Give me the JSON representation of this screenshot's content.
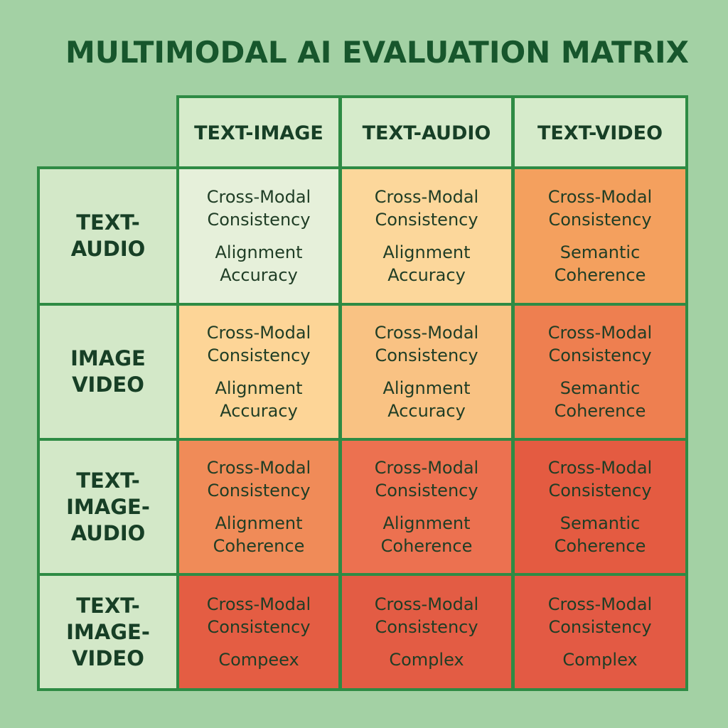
{
  "title": "MULTIMODAL AI EVALUATION MATRIX",
  "columns": [
    "TEXT-IMAGE",
    "TEXT-AUDIO",
    "TEXT-VIDEO"
  ],
  "rows": [
    {
      "label_lines": [
        "TEXT-",
        "AUDIO"
      ],
      "cells": [
        {
          "a": "Cross-Modal Consistency",
          "b": "Alignment Accuracy",
          "color": "#e6f0da"
        },
        {
          "a": "Cross-Modal Consistency",
          "b": "Alignment Accuracy",
          "color": "#fcd79b"
        },
        {
          "a": "Cross-Modal Consistency",
          "b": "Semantic Coherence",
          "color": "#f4a05e"
        }
      ]
    },
    {
      "label_lines": [
        "IMAGE",
        "VIDEO"
      ],
      "cells": [
        {
          "a": "Cross-Modal Consistency",
          "b": "Alignment Accuracy",
          "color": "#fdd597"
        },
        {
          "a": "Cross-Modal Consistency",
          "b": "Alignment Accuracy",
          "color": "#f9c283"
        },
        {
          "a": "Cross-Modal Consistency",
          "b": "Semantic Coherence",
          "color": "#ee7f50"
        }
      ]
    },
    {
      "label_lines": [
        "TEXT-",
        "IMAGE-",
        "AUDIO"
      ],
      "cells": [
        {
          "a": "Cross-Modal Consistency",
          "b": "Alignment Coherence",
          "color": "#f08b58"
        },
        {
          "a": "Cross-Modal Consistency",
          "b": "Alignment Coherence",
          "color": "#ec7150"
        },
        {
          "a": "Cross-Modal Consistency",
          "b": "Semantic Coherence",
          "color": "#e45b41"
        }
      ]
    },
    {
      "label_lines": [
        "TEXT-",
        "IMAGE-",
        "VIDEO"
      ],
      "cells": [
        {
          "a": "Cross-Modal Consistency",
          "b": "Compeex",
          "color": "#e45d43"
        },
        {
          "a": "Cross-Modal Consistency",
          "b": "Complex",
          "color": "#e35c44"
        },
        {
          "a": "Cross-Modal Consistency",
          "b": "Complex",
          "color": "#e35a44"
        }
      ]
    }
  ]
}
